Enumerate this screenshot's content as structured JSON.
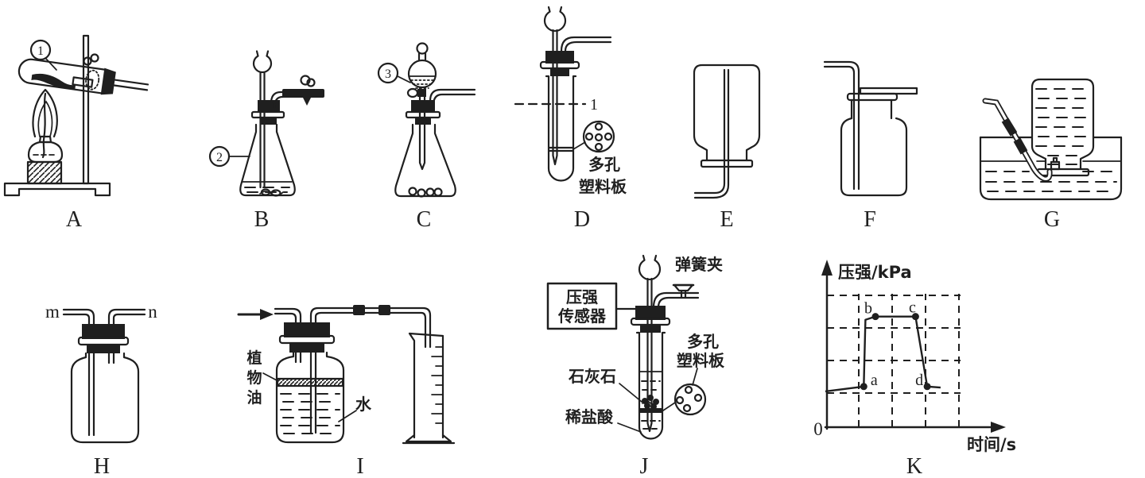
{
  "colors": {
    "ink": "#1f1f1f",
    "paper": "#ffffff"
  },
  "apparatus": {
    "a": {
      "letter": "A",
      "callout_digit": "1"
    },
    "b": {
      "letter": "B",
      "callout_digit": "2"
    },
    "c": {
      "letter": "C",
      "callout_digit": "3"
    },
    "d": {
      "letter": "D",
      "level_mark": "1",
      "plate_label": {
        "line1": "多孔",
        "line2": "塑料板"
      }
    },
    "e": {
      "letter": "E"
    },
    "f": {
      "letter": "F"
    },
    "g": {
      "letter": "G"
    },
    "h": {
      "letter": "H",
      "left_tube_label": "m",
      "right_tube_label": "n"
    },
    "i": {
      "letter": "I",
      "oil_label": {
        "char1": "植",
        "char2": "物",
        "char3": "油"
      },
      "water_label": "水"
    },
    "j": {
      "letter": "J",
      "sensor_label": {
        "line1": "压强",
        "line2": "传感器"
      },
      "clamp_label": "弹簧夹",
      "solid_label": "石灰石",
      "acid_label": "稀盐酸",
      "plate_label": {
        "line1": "多孔",
        "line2": "塑料板"
      }
    },
    "k": {
      "letter": "K"
    }
  },
  "chart_data": {
    "type": "line",
    "title": "",
    "xlabel": "时间/s",
    "ylabel": "压强/kPa",
    "origin_label": "0",
    "grid_style": "dashed",
    "x_gridlines": [
      1,
      2,
      3,
      4
    ],
    "y_gridlines": [
      1,
      2,
      3,
      4
    ],
    "points": [
      {
        "label": "",
        "x": 0.0,
        "y": 1.05
      },
      {
        "label": "a",
        "x": 1.15,
        "y": 1.2
      },
      {
        "label": "",
        "x": 1.2,
        "y": 3.25
      },
      {
        "label": "b",
        "x": 1.5,
        "y": 3.35
      },
      {
        "label": "c",
        "x": 2.7,
        "y": 3.35
      },
      {
        "label": "d",
        "x": 3.05,
        "y": 1.2
      },
      {
        "label": "",
        "x": 3.45,
        "y": 1.17
      }
    ]
  }
}
